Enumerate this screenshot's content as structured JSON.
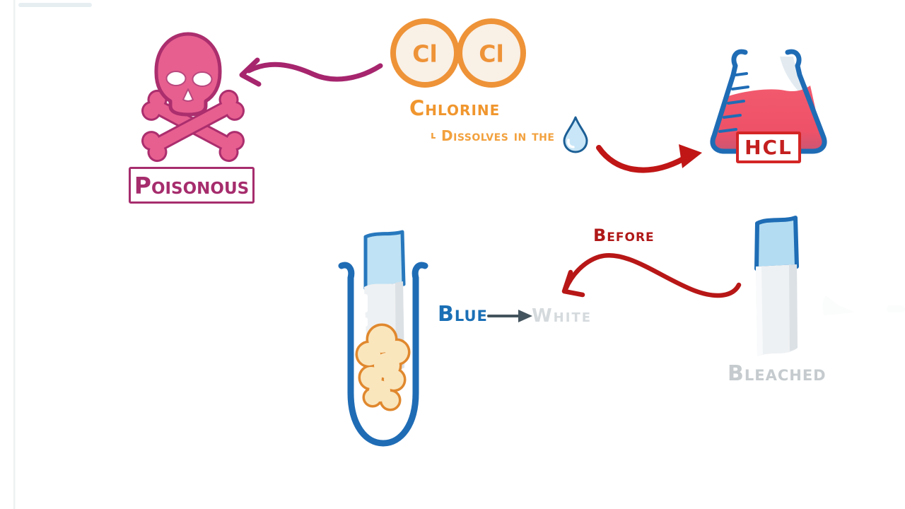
{
  "scene": "hand-drawn chemistry diagram about chlorine",
  "poison": {
    "label": "Poisonous"
  },
  "molecule": {
    "atoms": [
      "Cl",
      "Cl"
    ],
    "name": "Chlorine"
  },
  "dissolves": {
    "bullet": "ʟ",
    "text": "Dissolves in the"
  },
  "flask": {
    "label": "HCL"
  },
  "litmus_change": {
    "from": "Blue",
    "to": "White"
  },
  "before_label": "Before",
  "bleached_label": "Bleached",
  "colors": {
    "skull_pink": "#e75f8f",
    "magenta_outline": "#a62d6d",
    "orange": "#ee9338",
    "orange_text": "#f0962e",
    "atom_fill": "#f9f0e6",
    "dark_red_arrow": "#b81717",
    "hcl_red": "#c41f1f",
    "flask_liquid": "#f0556a",
    "glass_blue": "#1f6cb5",
    "litmus_blue": "#bfe2f4",
    "droplet_fill": "#c8e6f7",
    "cloud_fill": "#fae6bd",
    "cloud_outline": "#e0882e",
    "blue_text": "#1a6fb5",
    "gray_text": "#ccd2d5",
    "slate_arrow": "#44545e",
    "paper_white": "#eef1f3"
  }
}
